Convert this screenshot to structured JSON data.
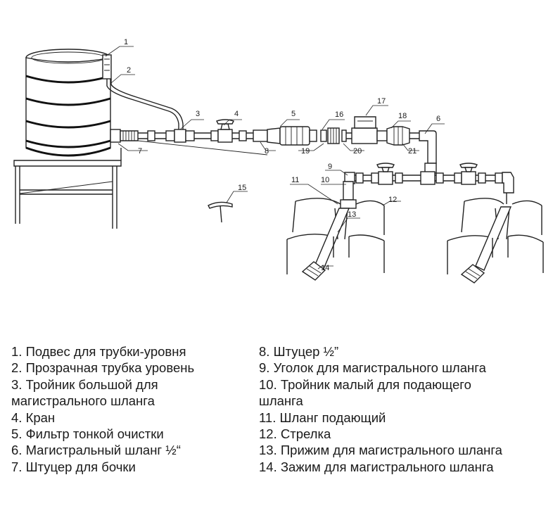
{
  "callouts": [
    "1",
    "2",
    "3",
    "4",
    "5",
    "6",
    "7",
    "8",
    "9",
    "10",
    "11",
    "12",
    "13",
    "14",
    "15",
    "16",
    "17",
    "18",
    "19",
    "20",
    "21"
  ],
  "legend_left": [
    "1. Подвес для трубки-уровня",
    "2. Прозрачная трубка уровень",
    "3. Тройник большой для\nмагистрального шланга",
    "4. Кран",
    "5. Фильтр тонкой очистки",
    "6. Магистральный шланг ½“",
    "7. Штуцер для бочки"
  ],
  "legend_right": [
    "8. Штуцер ½”",
    "9. Уголок для магистрального шланга",
    "10. Тройник малый для подающего\nшланга",
    "11. Шланг подающий",
    "12. Стрелка",
    "13. Прижим для магистрального шланга",
    "14. Зажим для магистрального шланга"
  ]
}
